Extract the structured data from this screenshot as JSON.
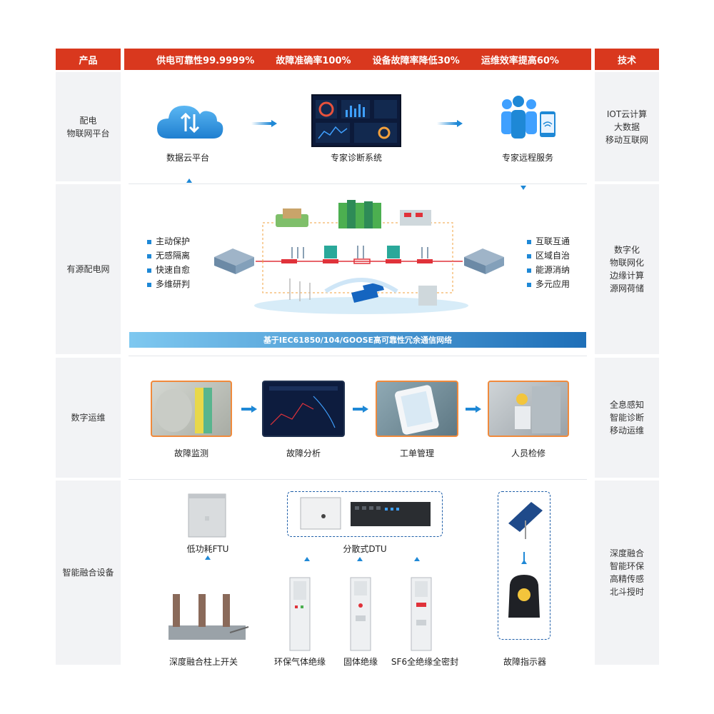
{
  "header": {
    "left": "产品",
    "right": "技术",
    "metrics": [
      "供电可靠性99.9999%",
      "故障准确率100%",
      "设备故障率降低30%",
      "运维效率提高60%"
    ]
  },
  "rows": {
    "r1": {
      "label": "配电\n物联网平台",
      "tech": "IOT云计算\n大数据\n移动互联网",
      "items": [
        "数据云平台",
        "专家诊断系统",
        "专家远程服务"
      ]
    },
    "r2": {
      "label": "有源配电网",
      "tech": "数字化\n物联网化\n边缘计算\n源网荷储",
      "left_list": [
        "主动保护",
        "无感隔离",
        "快速自愈",
        "多维研判"
      ],
      "right_list": [
        "互联互通",
        "区域自治",
        "能源消纳",
        "多元应用"
      ],
      "network_bar": "基于IEC61850/104/GOOSE高可靠性冗余通信网络"
    },
    "r3": {
      "label": "数字运维",
      "tech": "全息感知\n智能诊断\n移动运维",
      "items": [
        "故障监测",
        "故障分析",
        "工单管理",
        "人员检修"
      ]
    },
    "r4": {
      "label": "智能融合设备",
      "tech": "深度融合\n智能环保\n高精传感\n北斗授时",
      "ftu": "低功耗FTU",
      "dtu": "分散式DTU",
      "switch": "深度融合柱上开关",
      "cabinets": [
        "环保气体绝缘",
        "固体绝缘",
        "SF6全绝缘全密封"
      ],
      "indicator": "故障指示器"
    }
  },
  "colors": {
    "header_red": "#d9381e",
    "accent_blue": "#1e88d6",
    "side_gray": "#f2f3f5"
  }
}
